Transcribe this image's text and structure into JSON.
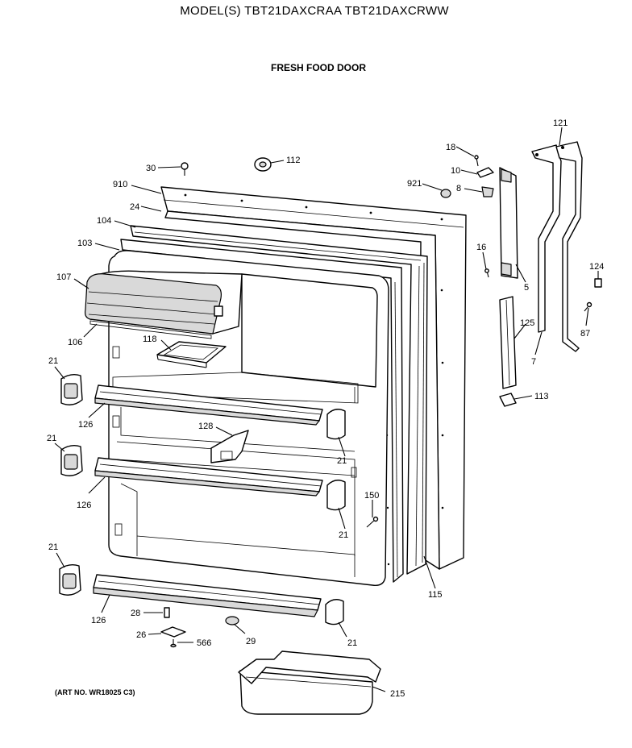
{
  "title": "MODEL(S) TBT21DAXCRAA  TBT21DAXCRWW",
  "subtitle": "FRESH FOOD DOOR",
  "art_no": "(ART NO. WR18025 C3)",
  "callouts": [
    {
      "id": "c-30",
      "label": "30"
    },
    {
      "id": "c-112",
      "label": "112"
    },
    {
      "id": "c-910",
      "label": "910"
    },
    {
      "id": "c-24",
      "label": "24"
    },
    {
      "id": "c-104",
      "label": "104"
    },
    {
      "id": "c-103",
      "label": "103"
    },
    {
      "id": "c-107",
      "label": "107"
    },
    {
      "id": "c-106",
      "label": "106"
    },
    {
      "id": "c-118",
      "label": "118"
    },
    {
      "id": "c-21a",
      "label": "21"
    },
    {
      "id": "c-126a",
      "label": "126"
    },
    {
      "id": "c-128",
      "label": "128"
    },
    {
      "id": "c-21b",
      "label": "21"
    },
    {
      "id": "c-21c",
      "label": "21"
    },
    {
      "id": "c-126b",
      "label": "126"
    },
    {
      "id": "c-150",
      "label": "150"
    },
    {
      "id": "c-21d",
      "label": "21"
    },
    {
      "id": "c-21e",
      "label": "21"
    },
    {
      "id": "c-28",
      "label": "28"
    },
    {
      "id": "c-126c",
      "label": "126"
    },
    {
      "id": "c-26",
      "label": "26"
    },
    {
      "id": "c-566",
      "label": "566"
    },
    {
      "id": "c-29",
      "label": "29"
    },
    {
      "id": "c-21f",
      "label": "21"
    },
    {
      "id": "c-215",
      "label": "215"
    },
    {
      "id": "c-115",
      "label": "115"
    },
    {
      "id": "c-18",
      "label": "18"
    },
    {
      "id": "c-10",
      "label": "10"
    },
    {
      "id": "c-921",
      "label": "921"
    },
    {
      "id": "c-8",
      "label": "8"
    },
    {
      "id": "c-16",
      "label": "16"
    },
    {
      "id": "c-5",
      "label": "5"
    },
    {
      "id": "c-121",
      "label": "121"
    },
    {
      "id": "c-124",
      "label": "124"
    },
    {
      "id": "c-125",
      "label": "125"
    },
    {
      "id": "c-7",
      "label": "7"
    },
    {
      "id": "c-87",
      "label": "87"
    },
    {
      "id": "c-113",
      "label": "113"
    }
  ]
}
